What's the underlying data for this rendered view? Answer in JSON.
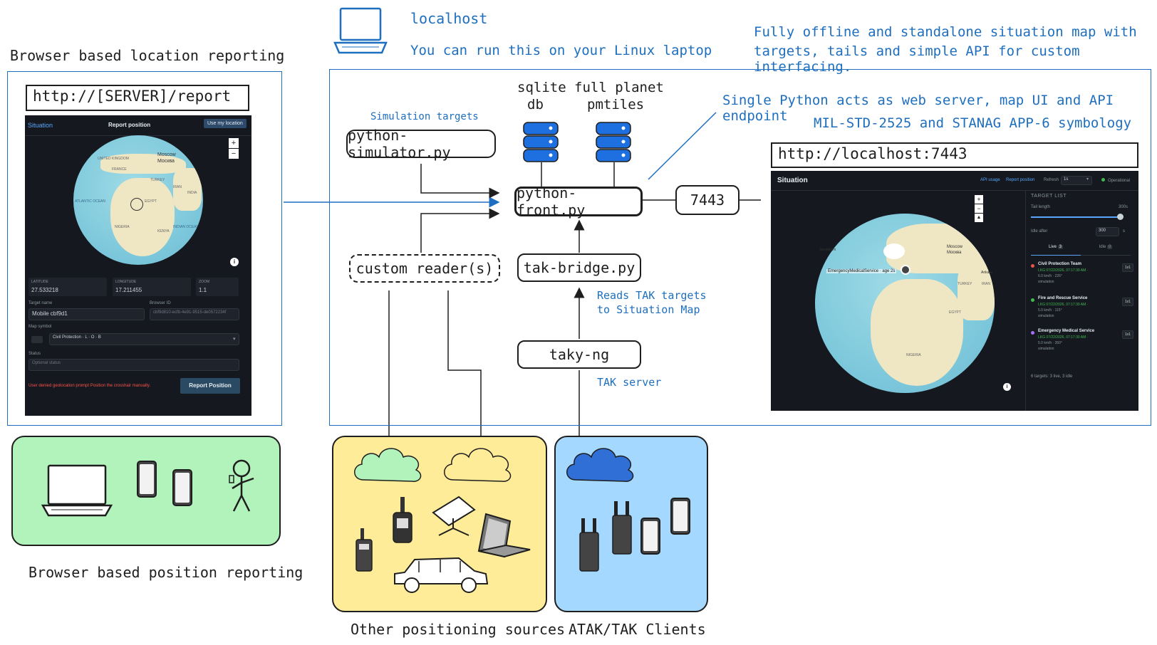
{
  "left_section": {
    "title": "Browser based location reporting",
    "url": "http://[SERVER]/report",
    "app": {
      "brand": "Situation",
      "header": "Report position",
      "use_location_button": "Use my location",
      "zoom_in": "+",
      "zoom_out": "−",
      "latitude_label": "LATITUDE",
      "latitude_value": "27.533218",
      "longitude_label": "LONGITUDE",
      "longitude_value": "17.211455",
      "zoom_label": "ZOOM",
      "zoom_value": "1.1",
      "target_name_label": "Target name",
      "target_name_value": "Mobile cbf9d1",
      "browser_id_label": "Browser ID",
      "browser_id_value": "cbf9d810-ecfb-4e91-9515-de0572234f",
      "map_symbol_label": "Map symbol",
      "map_symbol_value": "Civil Protection · L · O · B",
      "status_label": "Status",
      "status_placeholder": "Optional status",
      "error_text": "User denied geolocation prompt Position the crosshair manually.",
      "report_button": "Report Position",
      "map_labels": [
        "Moscow",
        "Москва",
        "UNITED KINGDOM",
        "FRANCE",
        "TURKEY",
        "IRAN",
        "EGYPT",
        "NIGERIA",
        "KENYA",
        "ATLANTIC OCEAN",
        "INDIAN OCEAN",
        "INDIA"
      ]
    },
    "devices_caption": "Browser based position reporting"
  },
  "top": {
    "host_label": "localhost",
    "host_sub": "You can run this on your Linux laptop",
    "summary_line1": "Fully offline and standalone situation map with",
    "summary_line2": "targets, tails and simple API for custom interfacing.",
    "note_line1": "Single Python acts as web server, map UI and API endpoint",
    "note_line2": "MIL-STD-2525 and STANAG APP-6 symbology"
  },
  "nodes": {
    "sim_label": "Simulation targets",
    "simulator": "python-simulator.py",
    "sqlite_line1": "sqlite",
    "sqlite_line2": "db",
    "planet_line1": "full planet",
    "planet_line2": "pmtiles",
    "front": "python-front.py",
    "port": "7443",
    "custom": "custom reader(s)",
    "bridge": "tak-bridge.py",
    "bridge_note1": "Reads TAK targets",
    "bridge_note2": "to Situation Map",
    "taky": "taky-ng",
    "taky_note": "TAK server"
  },
  "right_app": {
    "url": "http://localhost:7443",
    "brand": "Situation",
    "nav_api": "API usage",
    "nav_report": "Report position",
    "refresh_label": "Refresh",
    "refresh_value": "1s",
    "status": "Operational",
    "target_list_title": "TARGET LIST",
    "tail_length_label": "Tail length",
    "tail_length_value": "300s",
    "idle_after_label": "Idle after",
    "idle_after_value": "300",
    "idle_after_unit": "s",
    "tab_live": "Live",
    "tab_live_count": "3",
    "tab_idle": "Idle",
    "tab_idle_count": "0",
    "targets": [
      {
        "name": "Civil Protection Team",
        "line1": "LKG 07/22/2026, 07:17:30 AM ·",
        "line2": "6.0 km/h · 226°",
        "line3": "simulation",
        "color": "#e5534b",
        "button": "1x1"
      },
      {
        "name": "Fire and Rescue Service",
        "line1": "LKG 07/22/2026, 07:17:30 AM ·",
        "line2": "5.0 km/h · 115°",
        "line3": "simulation",
        "color": "#3fb950",
        "button": "1x1"
      },
      {
        "name": "Emergency Medical Service",
        "line1": "LKG 07/22/2026, 07:17:30 AM ·",
        "line2": "5.0 km/h · 350°",
        "line3": "simulation",
        "color": "#a371f7",
        "button": "1x1"
      }
    ],
    "footer": "6 targets: 3 live, 3 idle",
    "map_label": "EmergencyMedicalService · age 2s",
    "map_labels": [
      "Moscow",
      "Москва",
      "Stockholm",
      "Ankara",
      "EGYPT",
      "NIGERIA",
      "IRAN",
      "TURKEY"
    ]
  },
  "bottom": {
    "other_caption": "Other positioning sources",
    "atak_caption": "ATAK/TAK Clients"
  },
  "colors": {
    "frame_blue": "#1e6fbf",
    "green_box": "#b2f2bb",
    "yellow_box": "#ffec99",
    "blue_box": "#a5d8ff",
    "cloud_green": "#b2f2bb",
    "cloud_yellow": "#ffec99",
    "cloud_blue": "#2f6fd6",
    "db_blue": "#1e6fe0"
  }
}
